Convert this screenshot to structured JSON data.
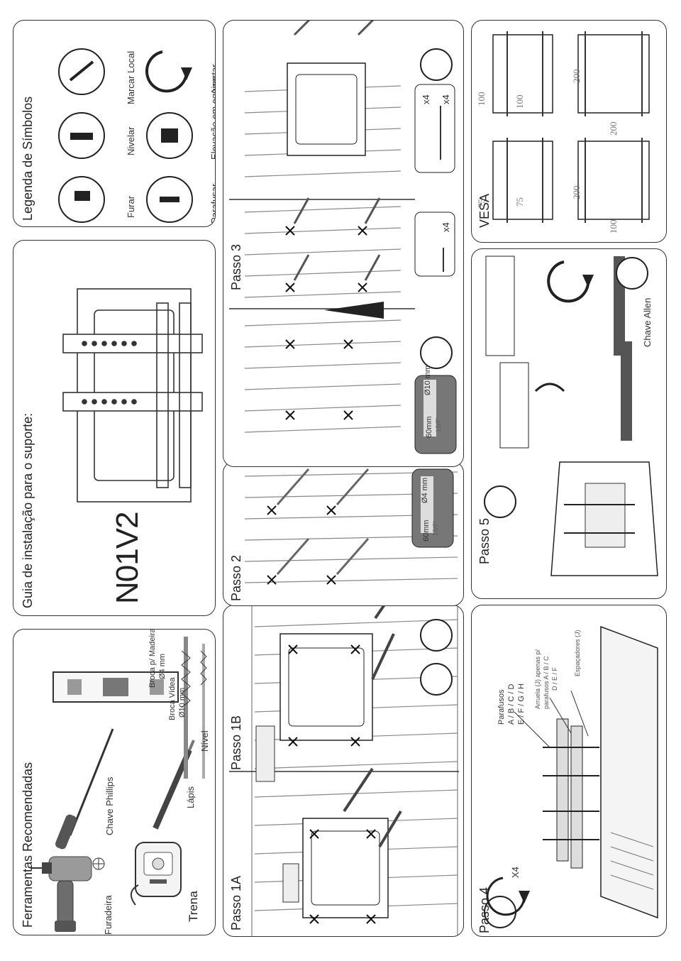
{
  "tools": {
    "title": "Ferramentas Recomendadas",
    "items": {
      "drill": "Furadeira",
      "tape": "Trena",
      "phillips": "Chave Phillips",
      "pencil": "Lápis",
      "level": "Nível",
      "masonry_bit": "Broca Vídea",
      "masonry_bit_size": "Ø10 mm",
      "wood_bit": "Broca p/ Madeira",
      "wood_bit_size": "Ø4 mm"
    }
  },
  "guide": {
    "title": "Guia de instalação para o suporte:",
    "model": "N01V2"
  },
  "legend": {
    "title": "Legenda de Símbolos",
    "items": [
      "Furar",
      "Nivelar",
      "Marcar Local",
      "Parafusar",
      "Elevação em equipe",
      "Apertar"
    ]
  },
  "steps": {
    "s1a": "Passo 1A",
    "s1b": "Passo 1B",
    "s2": "Passo 2",
    "s3": "Passo 3",
    "s4": "Passo 4",
    "s5": "Passo 5"
  },
  "drill_specs": {
    "depth": "60mm",
    "depth_in": "17/7\"",
    "wood": "Ø4 mm",
    "masonry": "Ø10 mm"
  },
  "counts": {
    "x4": "x4",
    "X4": "X4"
  },
  "step4": {
    "screws": [
      "Parafusos",
      "A / B / C / D",
      "E / F / G / H"
    ],
    "washer": [
      "Arruela (J) apenas p/",
      "parafusos A / B / C",
      "D / E / F"
    ],
    "spacers": "Espaçadores (J)"
  },
  "step5": {
    "allen": "Chave Allen"
  },
  "vesa": {
    "title": "VESA",
    "dims": [
      "100",
      "100",
      "75",
      "75",
      "200",
      "200",
      "200",
      "100"
    ]
  },
  "icons": [
    "drill-icon",
    "phillips-screwdriver-icon",
    "tape-measure-icon",
    "pencil-icon",
    "spirit-level-icon",
    "drill-bit-icon",
    "team-lift-icon",
    "rotate-clockwise-icon",
    "screwdriver-icon",
    "wall-anchor-icon",
    "lag-bolt-icon"
  ]
}
